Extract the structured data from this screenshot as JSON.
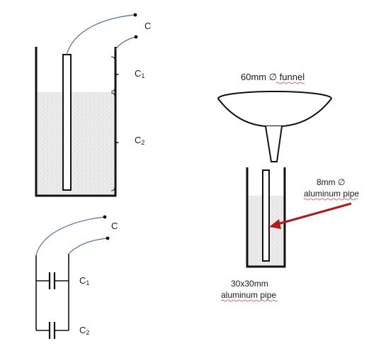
{
  "labels": {
    "c_top": "C",
    "c1_top": "C",
    "c1_top_sub": "1",
    "c2_top": "C",
    "c2_top_sub": "2",
    "c_bottom": "C",
    "c1_bottom": "C",
    "c1_bottom_sub": "1",
    "c2_bottom": "C",
    "c2_bottom_sub": "2",
    "funnel": "60mm ∅ funnel",
    "inner_pipe_line1": "8mm ∅",
    "inner_pipe_line2": "aluminum pipe",
    "outer_pipe_line1": "30x30mm",
    "outer_pipe_line2": "aluminum pipe"
  },
  "colors": {
    "wire": "#4a6fa5",
    "arrow": "#b01c1c",
    "outline": "#111111",
    "fill_speckle": "#e2e2e2",
    "squiggle": "#d63a3a"
  }
}
